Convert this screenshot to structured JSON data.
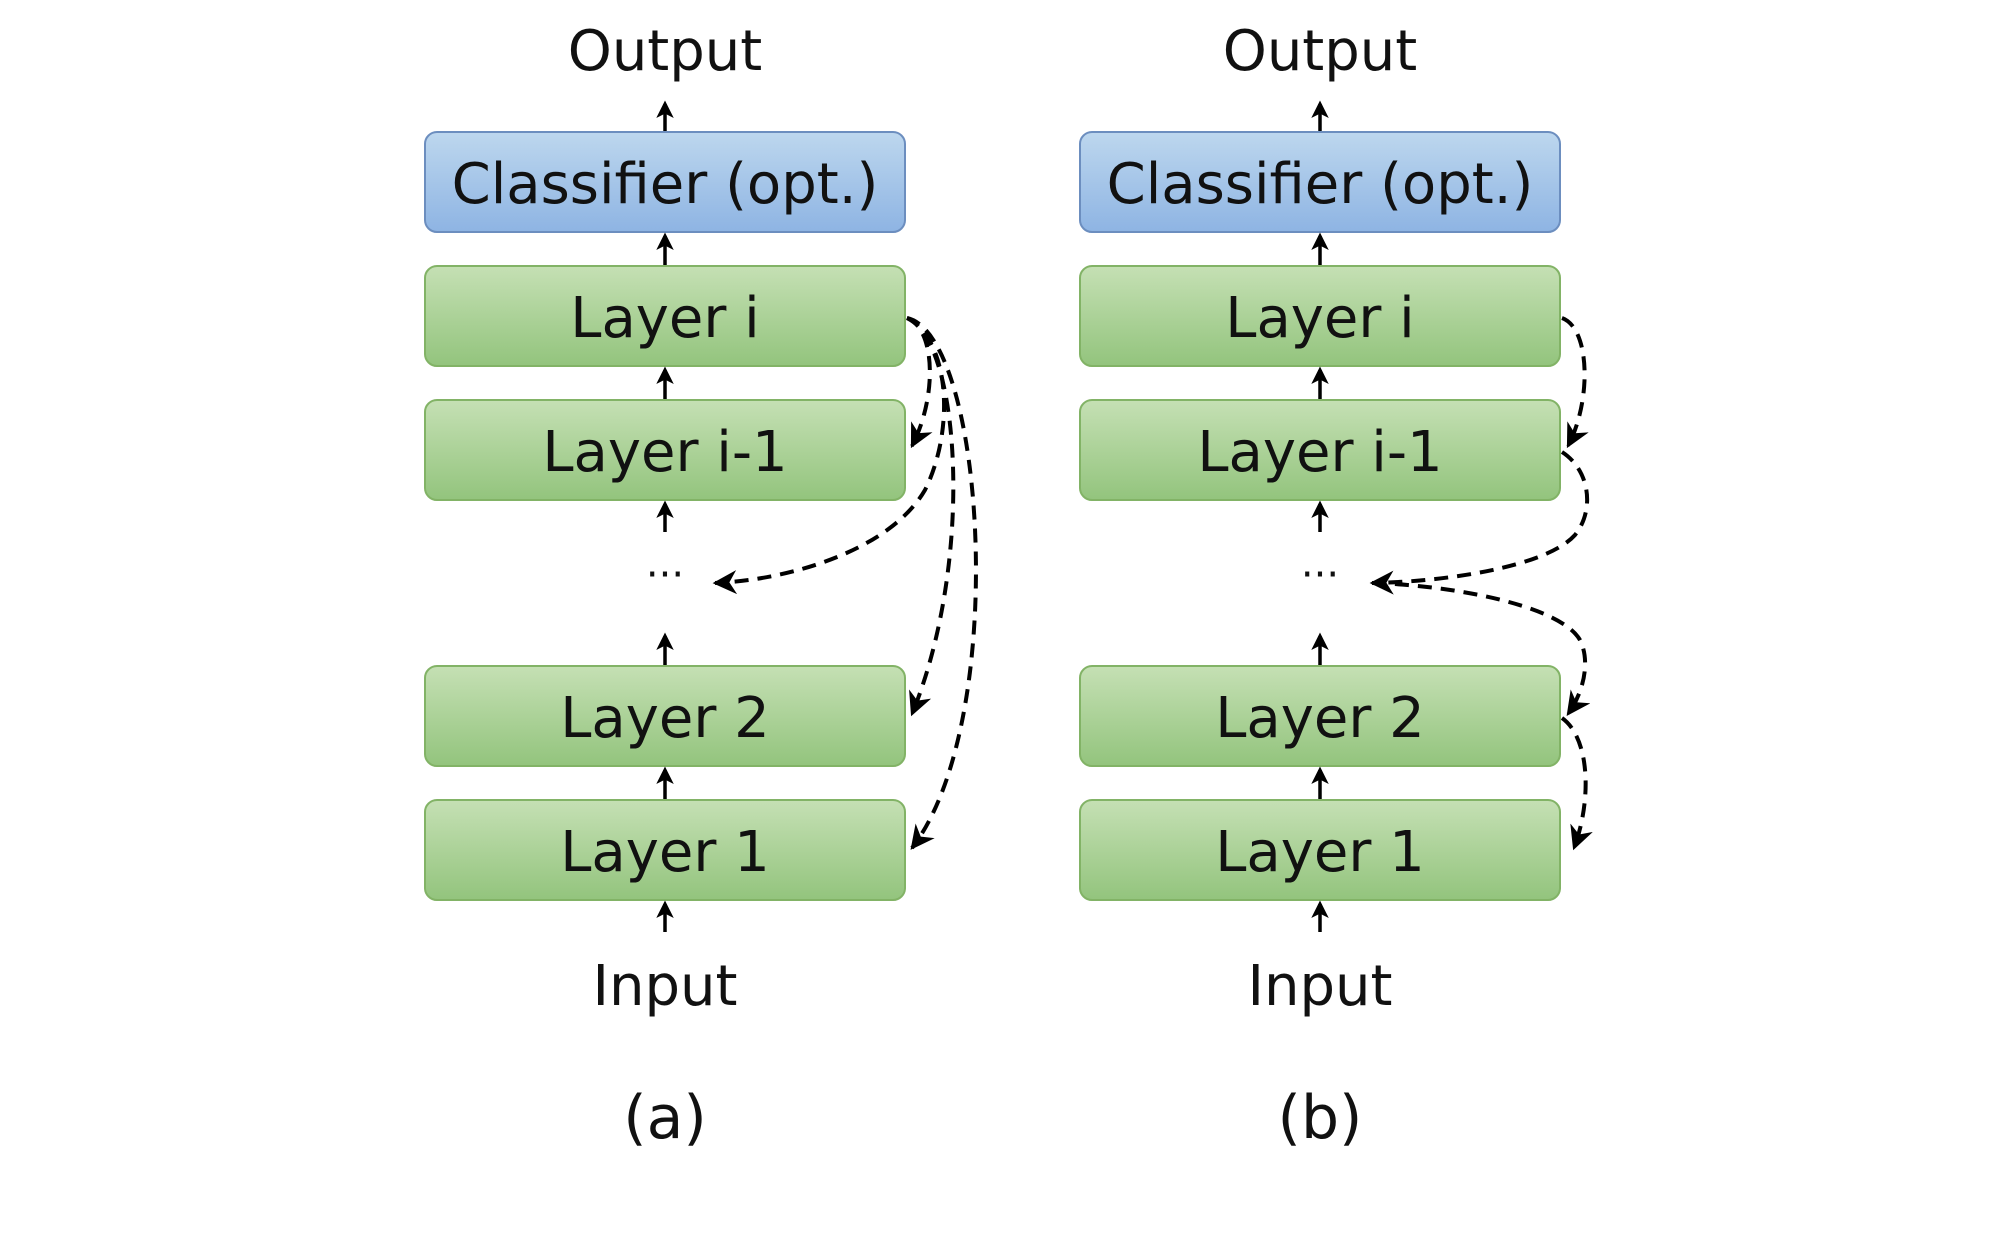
{
  "colors": {
    "layer_fill_top": "#c5e0b4",
    "layer_fill_bottom": "#93c47d",
    "layer_stroke": "#82b366",
    "classifier_fill_top": "#bdd7ee",
    "classifier_fill_bottom": "#8eb4e3",
    "classifier_stroke": "#6c8ebf",
    "arrow": "#000000"
  },
  "panels": [
    {
      "id": "a",
      "output_label": "Output",
      "classifier_label": "Classifier (opt.)",
      "layer_i_label": "Layer i",
      "layer_im1_label": "Layer i-1",
      "dots_label": "···",
      "layer_2_label": "Layer 2",
      "layer_1_label": "Layer 1",
      "input_label": "Input",
      "caption": "(a)"
    },
    {
      "id": "b",
      "output_label": "Output",
      "classifier_label": "Classifier (opt.)",
      "layer_i_label": "Layer i",
      "layer_im1_label": "Layer i-1",
      "dots_label": "···",
      "layer_2_label": "Layer 2",
      "layer_1_label": "Layer 1",
      "input_label": "Input",
      "caption": "(b)"
    }
  ]
}
